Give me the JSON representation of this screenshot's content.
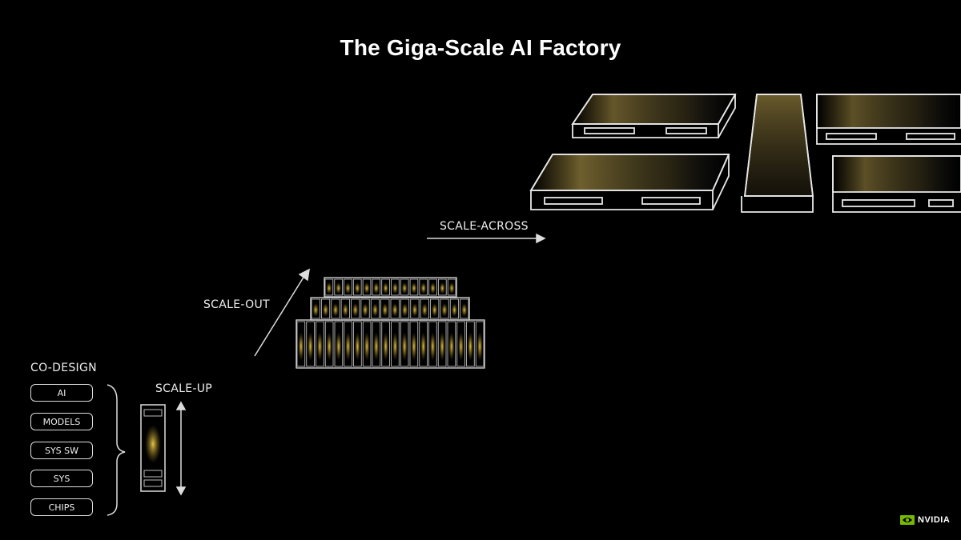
{
  "title": "The Giga-Scale AI Factory",
  "co_design": {
    "heading": "CO-DESIGN",
    "layers": [
      "AI",
      "MODELS",
      "SYS SW",
      "SYS",
      "CHIPS"
    ]
  },
  "stages": {
    "scale_up": "SCALE-UP",
    "scale_out": "SCALE-OUT",
    "scale_across": "SCALE-ACROSS"
  },
  "brand": {
    "name": "NVIDIA",
    "accent": "#76b900"
  },
  "colors": {
    "background": "#000000",
    "line": "#e8e8e8",
    "glow": "#c9a94a"
  }
}
